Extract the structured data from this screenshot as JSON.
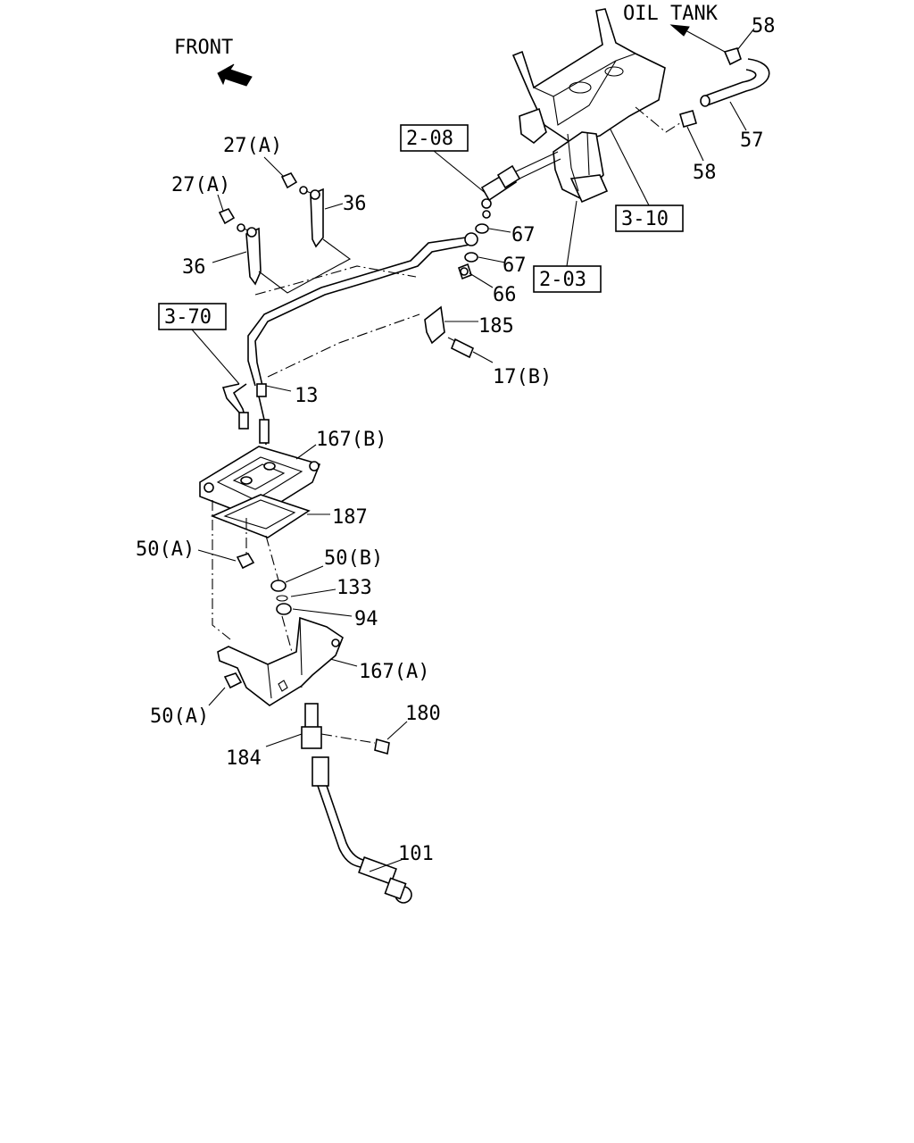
{
  "directions": {
    "front": "FRONT",
    "oil_tank": "OIL TANK"
  },
  "references": {
    "r208": "2-08",
    "r203": "2-03",
    "r310": "3-10",
    "r370": "3-70"
  },
  "callouts": {
    "c58a": "58",
    "c58b": "58",
    "c57": "57",
    "c27a1": "27(A)",
    "c27a2": "27(A)",
    "c36a": "36",
    "c36b": "36",
    "c67a": "67",
    "c67b": "67",
    "c66": "66",
    "c185": "185",
    "c17b": "17(B)",
    "c13": "13",
    "c167b": "167(B)",
    "c187": "187",
    "c50a1": "50(A)",
    "c50b": "50(B)",
    "c133": "133",
    "c94": "94",
    "c167a": "167(A)",
    "c50a2": "50(A)",
    "c180": "180",
    "c184": "184",
    "c101": "101"
  }
}
